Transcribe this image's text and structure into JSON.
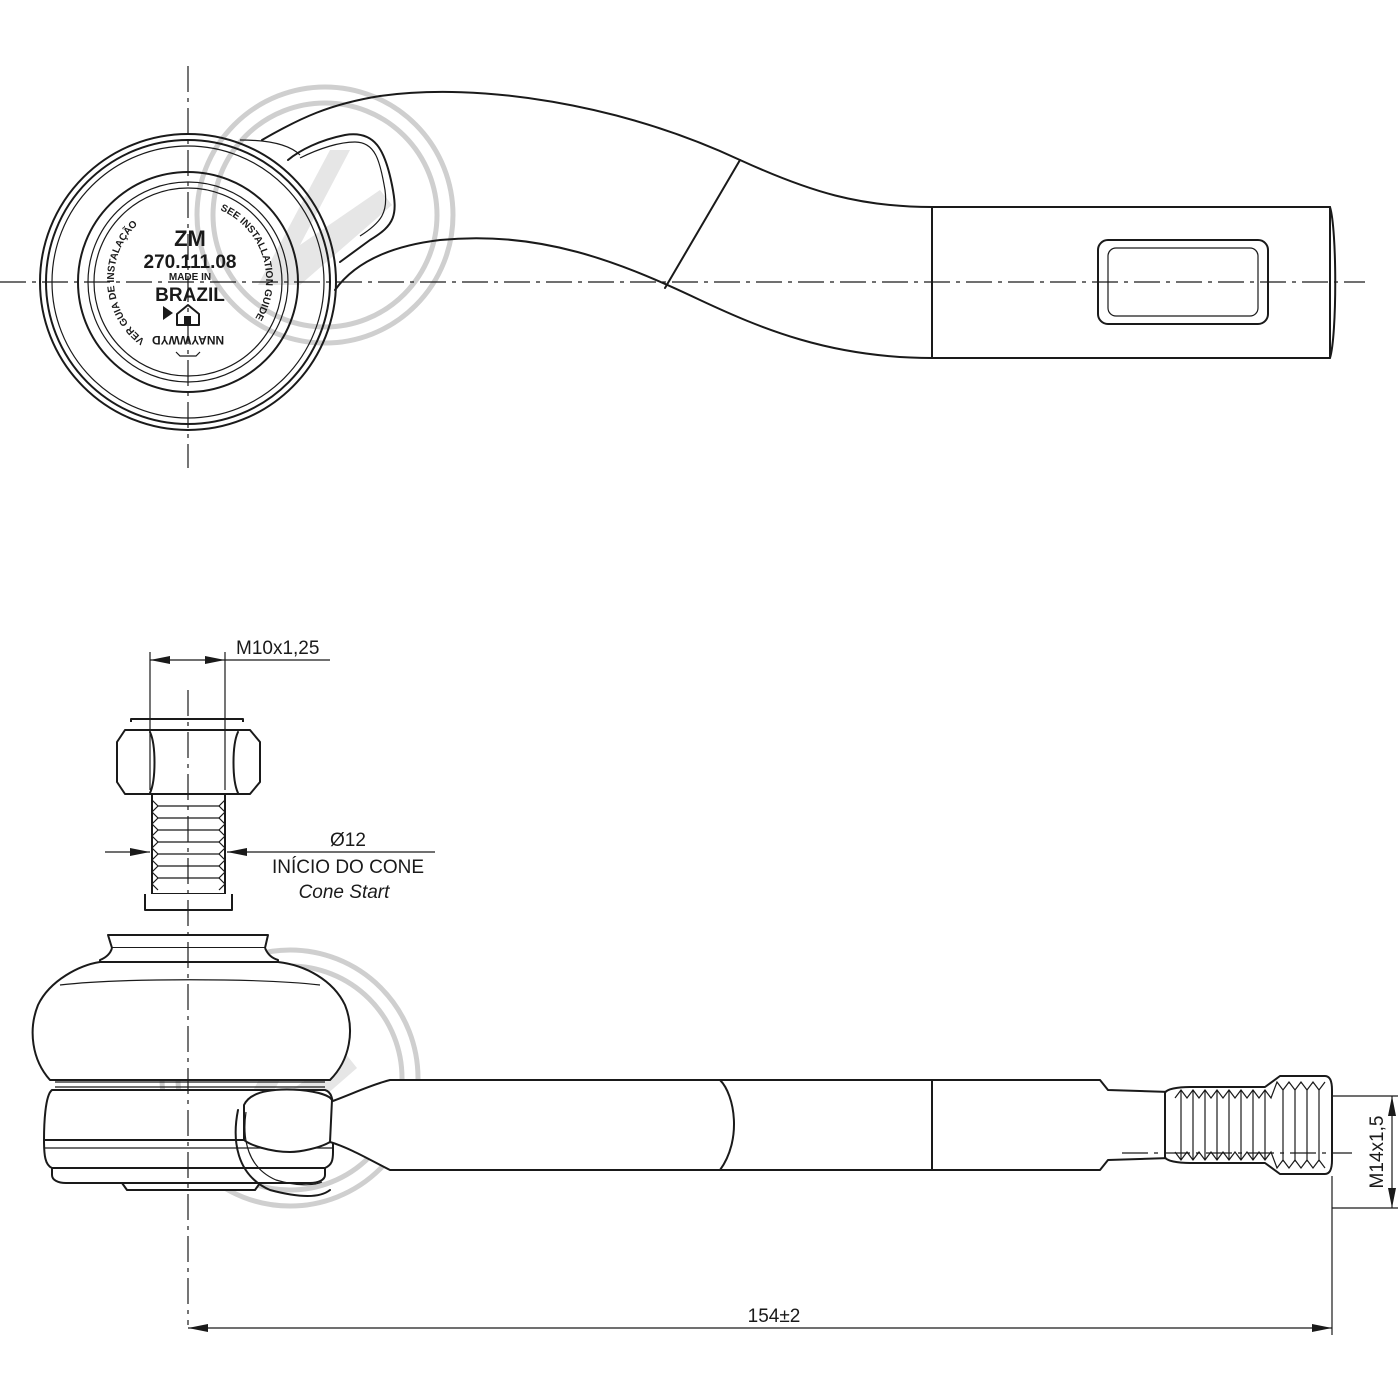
{
  "top_view": {
    "marking": {
      "brand": "ZM",
      "part_number": "270.111.08",
      "made_in": "MADE IN",
      "country": "BRAZIL",
      "date_code": "NNAYWWYD",
      "arc_left": "VER GUIA DE INSTALAÇÃO",
      "arc_right": "SEE INSTALLATION GUIDE"
    }
  },
  "side_view": {
    "dimensions": {
      "stud_thread": "M10x1,25",
      "cone_diameter": "Ø12",
      "cone_start_pt": "INÍCIO DO CONE",
      "cone_start_en": "Cone Start",
      "shank_thread": "M14x1,5",
      "overall_length": "154±2"
    }
  }
}
